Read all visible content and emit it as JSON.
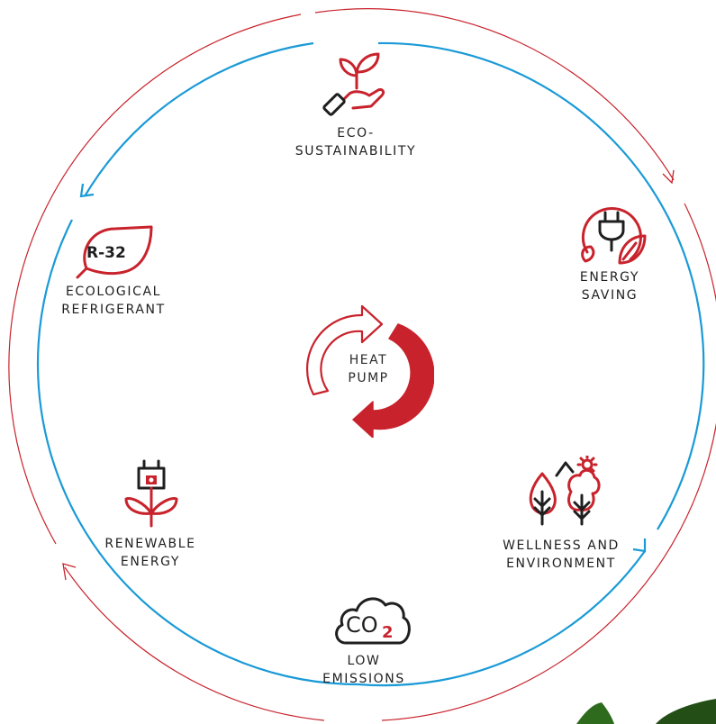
{
  "colors": {
    "red": "#c8232c",
    "blue": "#1a9ad6",
    "dark": "#1f1f1f",
    "leaf_green": "#2f6b1d"
  },
  "center": {
    "line1": "HEAT",
    "line2": "PUMP",
    "icon": "recycle-arrows-icon"
  },
  "items": {
    "eco": {
      "line1": "ECO-",
      "line2": "SUSTAINABILITY",
      "icon": "hand-sprout-icon"
    },
    "energy_saving": {
      "line1": "ENERGY",
      "line2": "SAVING",
      "icon": "plug-leaf-icon"
    },
    "wellness": {
      "line1": "WELLNESS AND",
      "line2": "ENVIRONMENT",
      "icon": "trees-sun-icon"
    },
    "low_emissions": {
      "line1": "LOW",
      "line2": "EMISSIONS",
      "icon": "co2-cloud-icon",
      "badge_main": "CO",
      "badge_sub": "2"
    },
    "renewable": {
      "line1": "RENEWABLE",
      "line2": "ENERGY",
      "icon": "plug-plant-icon"
    },
    "refrigerant": {
      "line1": "ECOLOGICAL",
      "line2": "REFRIGERANT",
      "icon": "r32-leaf-icon",
      "badge": "R-32"
    }
  }
}
